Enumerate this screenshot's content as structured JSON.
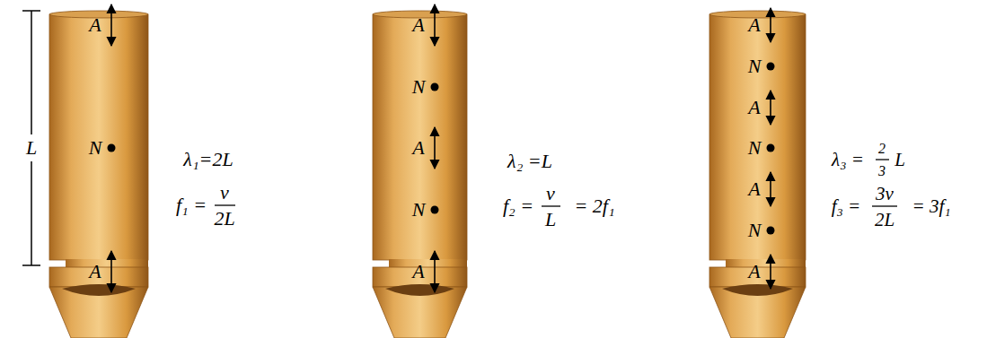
{
  "diagram": {
    "labels": [
      "L",
      "A",
      "N",
      "A",
      "λ₁=2L",
      "f₁ =",
      "v",
      "2L",
      "A",
      "N",
      "A",
      "N",
      "A",
      "λ₂ =L",
      "f₂ =",
      "v",
      "L",
      "= 2f₁",
      "A",
      "N",
      "A",
      "N",
      "A",
      "N",
      "A",
      "λ₃ =",
      "2",
      "3",
      "L",
      "f₃ =",
      "3v",
      "2L",
      "= 3f₁"
    ]
  }
}
